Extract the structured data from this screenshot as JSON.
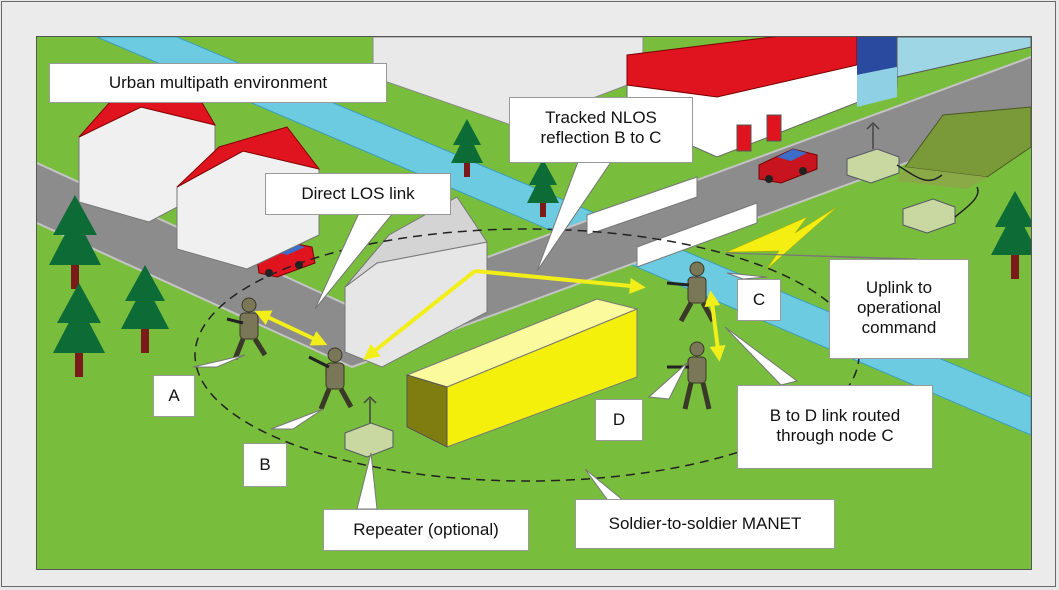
{
  "labels": {
    "urban": "Urban multipath environment",
    "nlos": "Tracked NLOS\nreflection B to C",
    "los": "Direct LOS link",
    "uplink": "Uplink to\noperational\ncommand",
    "routed": "B to D link routed\nthrough node C",
    "manet": "Soldier-to-soldier MANET",
    "repeater": "Repeater (optional)",
    "node_a": "A",
    "node_b": "B",
    "node_c": "C",
    "node_d": "D"
  },
  "colors": {
    "grass": "#79bd3d",
    "road": "#8c8c8c",
    "river": "#6ccbe0",
    "roof_red": "#e0141e",
    "link_yellow": "#f2ee1a",
    "container_yellow": "#f4f00c",
    "tree": "#0d6b36"
  }
}
